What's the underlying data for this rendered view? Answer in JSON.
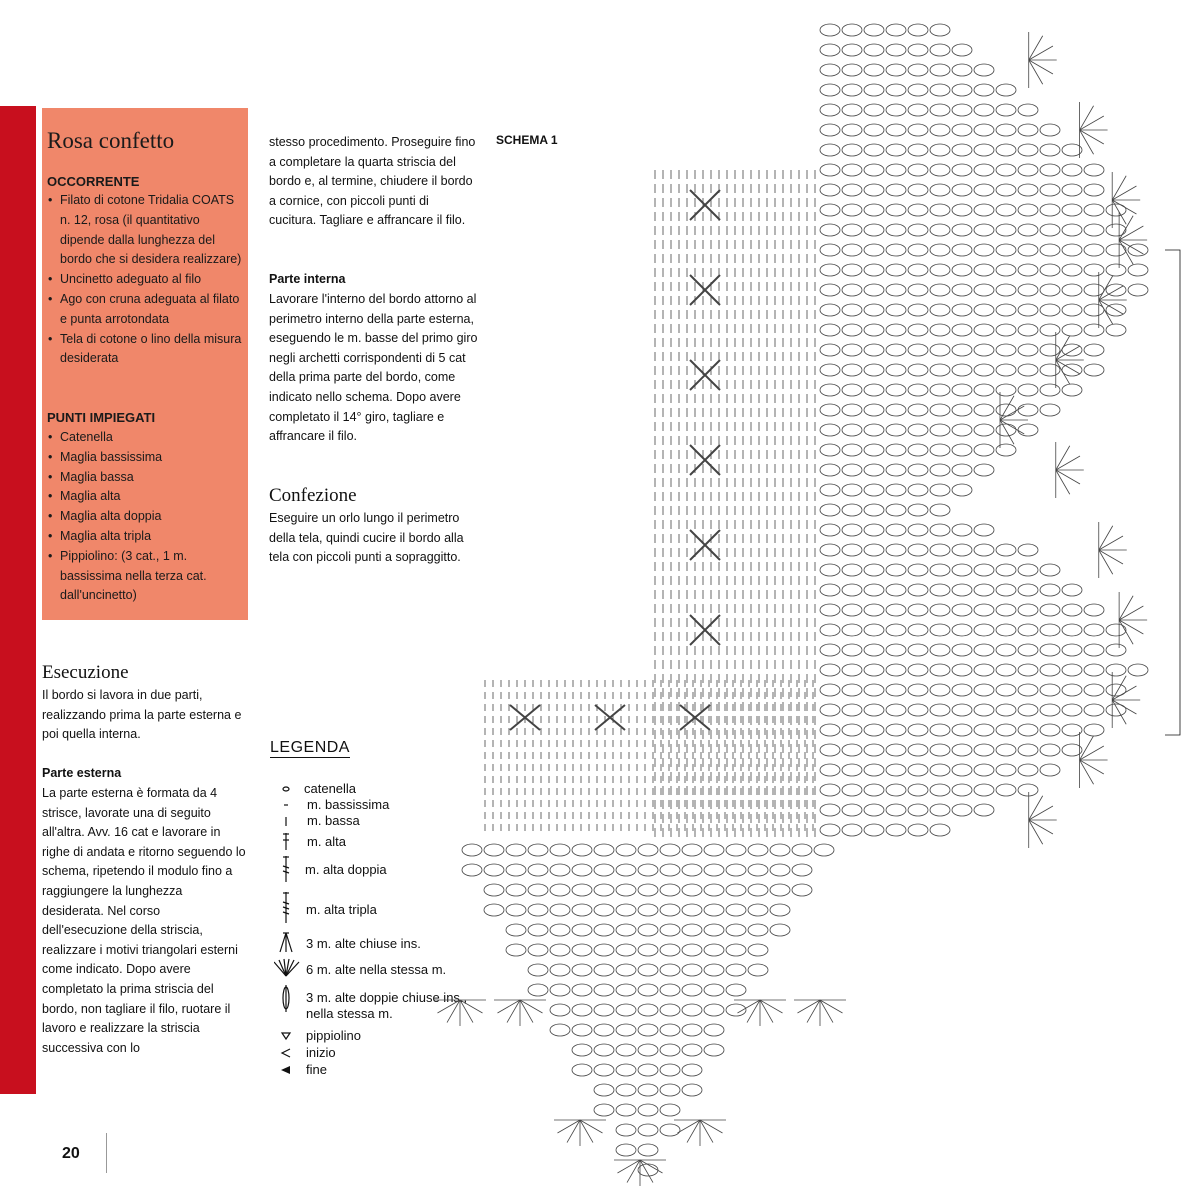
{
  "sidebar_box": {
    "title": "Rosa confetto",
    "occorrente_heading": "OCCORRENTE",
    "occorrente_items": [
      "Filato di cotone Tridalia COATS n. 12, rosa (il quantitativo dipende dalla lunghezza del bordo che si desidera realizzare)",
      "Uncinetto adeguato al filo",
      "Ago con cruna adeguata al filato e punta arrotondata",
      "Tela di cotone o lino della misura desiderata"
    ],
    "punti_heading": "PUNTI IMPIEGATI",
    "punti_items": [
      "Catenella",
      "Maglia bassissima",
      "Maglia bassa",
      "Maglia alta",
      "Maglia alta doppia",
      "Maglia alta tripla",
      "Pippiolino: (3 cat., 1 m. bassissima nella terza cat. dall'uncinetto)"
    ]
  },
  "esecuzione": {
    "heading": "Esecuzione",
    "intro": "Il bordo si lavora in due parti, realizzando prima la parte esterna e poi quella interna.",
    "parte_esterna_heading": "Parte esterna",
    "parte_esterna_text": "La parte esterna è formata da 4 strisce, lavorate una di seguito all'altra. Avv. 16 cat e lavorare in righe di andata e ritorno seguendo lo schema, ripetendo il modulo fino a raggiungere la lunghezza desiderata. Nel corso dell'esecuzione della striscia, realizzare i motivi triangolari esterni come indicato. Dopo avere completato la prima striscia del bordo, non tagliare il filo, ruotare il lavoro e realizzare la striscia successiva con lo"
  },
  "column2": {
    "continued_text": "stesso procedimento. Proseguire fino a completare la quarta striscia del bordo e, al termine, chiudere il bordo a cornice, con piccoli punti di cucitura. Tagliare e affrancare il filo.",
    "parte_interna_heading": "Parte interna",
    "parte_interna_text": "Lavorare l'interno del bordo attorno al perimetro interno della parte esterna, eseguendo le m. basse del primo giro negli archetti corrispondenti di 5 cat della prima parte del bordo, come indicato nello schema. Dopo avere completato il 14° giro, tagliare e affrancare il filo.",
    "confezione_heading": "Confezione",
    "confezione_text": "Eseguire un orlo lungo il perimetro della tela, quindi cucire il bordo alla tela con piccoli punti a sopraggitto."
  },
  "schema_label": "SCHEMA 1",
  "legenda": {
    "title": "LEGENDA",
    "items": [
      {
        "label": "catenella",
        "icon": "chain-oval-icon"
      },
      {
        "label": "m. bassissima",
        "icon": "slip-stitch-dash-icon"
      },
      {
        "label": "m. bassa",
        "icon": "single-crochet-icon"
      },
      {
        "label": "m. alta",
        "icon": "double-crochet-icon"
      },
      {
        "label": "m. alta doppia",
        "icon": "treble-crochet-icon"
      },
      {
        "label": "m. alta tripla",
        "icon": "double-treble-icon"
      },
      {
        "label": "3 m. alte chiuse ins.",
        "icon": "cluster-closed-icon"
      },
      {
        "label": "6 m. alte nella stessa m.",
        "icon": "fan-shell-icon"
      },
      {
        "label": "3 m. alte doppie chiuse ins., nella stessa m.",
        "icon": "puff-cluster-icon"
      },
      {
        "label": "pippiolino",
        "icon": "picot-icon"
      },
      {
        "label": "inizio",
        "icon": "start-arrow-icon"
      },
      {
        "label": "fine",
        "icon": "end-arrow-icon"
      }
    ]
  },
  "page_number": "20",
  "colors": {
    "red_bar": "#c80f1e",
    "box": "#f0876a"
  }
}
